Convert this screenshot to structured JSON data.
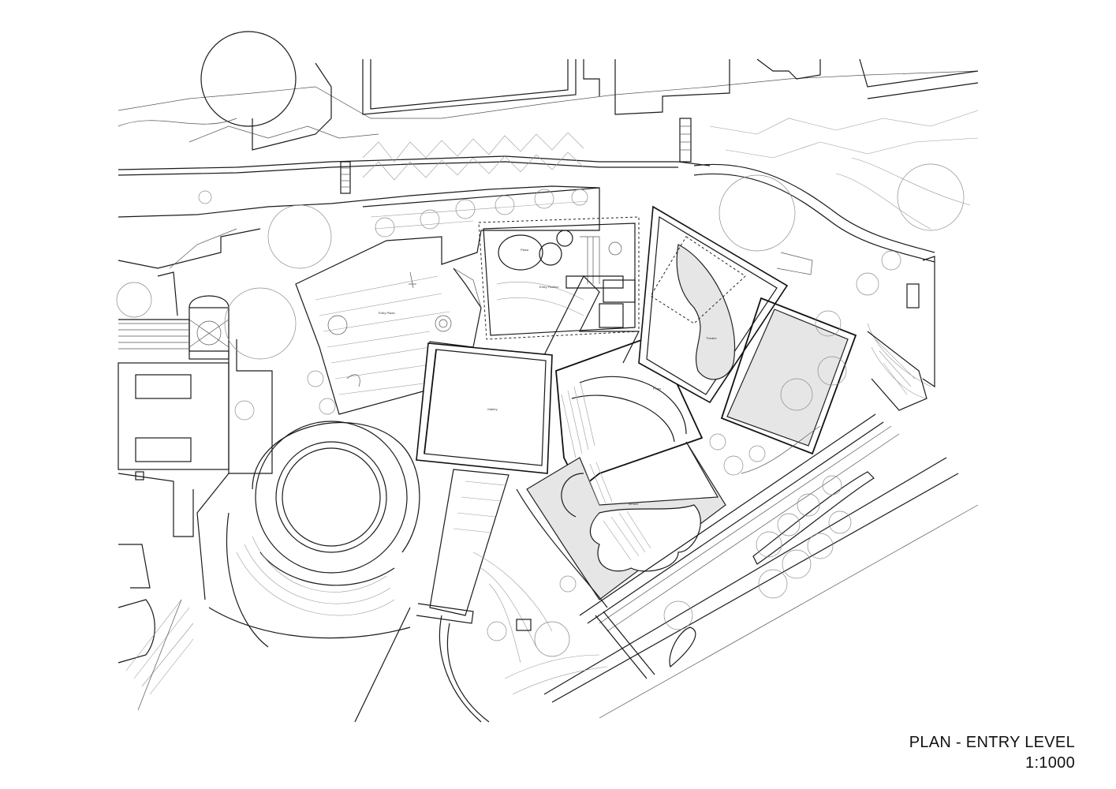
{
  "drawing": {
    "title": "PLAN - ENTRY LEVEL",
    "scale": "1:1000"
  },
  "room_labels": {
    "gallery": "Gallery",
    "theatre": "Theatre",
    "foyer": "Foyer",
    "entry_plaza": "Entry Plaza",
    "entry_pavilion": "Entry Pavilion",
    "plaza": "Plaza",
    "terrace": "Terrace"
  }
}
